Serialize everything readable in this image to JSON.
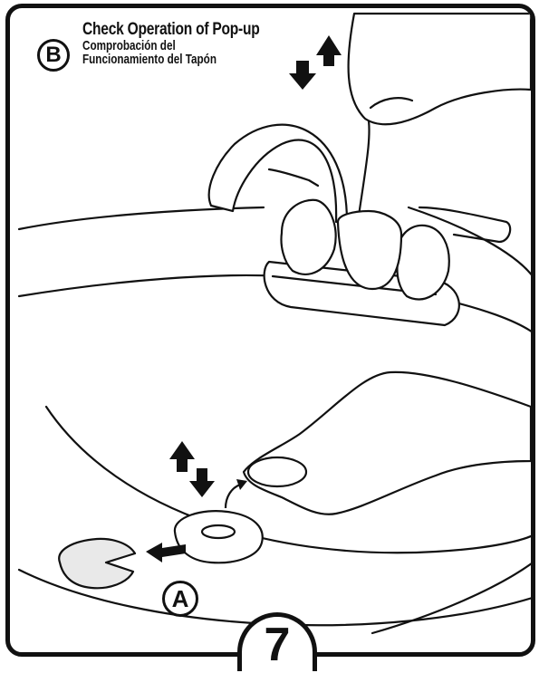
{
  "header": {
    "badge": "B",
    "title_en": "Check Operation of Pop-up",
    "title_es_line1": "Comprobación del",
    "title_es_line2": "Funcionamiento del Tapón"
  },
  "callout": {
    "badge": "A"
  },
  "step": {
    "number": "7"
  }
}
